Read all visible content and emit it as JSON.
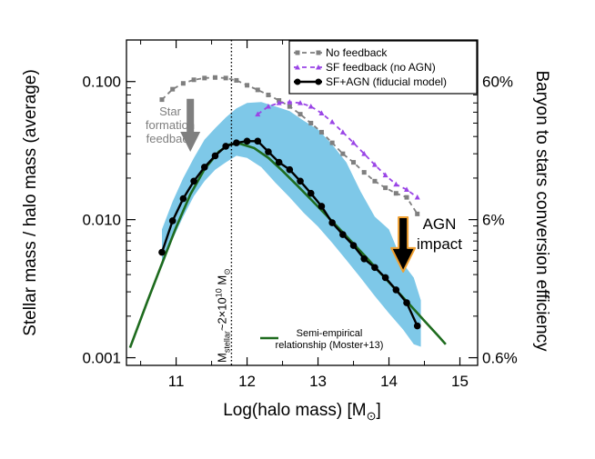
{
  "chart_data": {
    "type": "line",
    "x_scale": "linear",
    "y_scale": "log",
    "xlim": [
      10.3,
      15.25
    ],
    "ylim": [
      0.00088,
      0.2
    ],
    "xlabel_main": "Log(halo mass) [M",
    "xlabel_sub": "⊙",
    "xlabel_tail": "]",
    "ylabel": "Stellar mass / halo mass (average)",
    "y2label": "Baryon to stars conversion efficiency",
    "x_ticks": [
      "11",
      "12",
      "13",
      "14",
      "15"
    ],
    "x_tick_values": [
      11,
      12,
      13,
      14,
      15
    ],
    "y_ticks": [
      "0.001",
      "0.010",
      "0.100"
    ],
    "y_tick_values": [
      0.001,
      0.01,
      0.1
    ],
    "y2_ticks": [
      "0.6%",
      "6%",
      "60%"
    ],
    "grid": false,
    "legend_position": "top-right",
    "band": {
      "name": "SF+AGN scatter",
      "color": "#7ec8e8",
      "x": [
        10.8,
        10.95,
        11.1,
        11.25,
        11.4,
        11.55,
        11.7,
        11.85,
        12.0,
        12.2,
        12.4,
        12.6,
        12.8,
        13.0,
        13.2,
        13.4,
        13.6,
        13.8,
        14.0,
        14.2,
        14.35,
        14.45
      ],
      "upper": [
        0.0085,
        0.0135,
        0.02,
        0.028,
        0.038,
        0.046,
        0.055,
        0.064,
        0.07,
        0.071,
        0.066,
        0.061,
        0.052,
        0.045,
        0.035,
        0.026,
        0.016,
        0.0105,
        0.0085,
        0.0048,
        0.0038,
        0.0026
      ],
      "lower": [
        0.0045,
        0.0072,
        0.0105,
        0.0148,
        0.019,
        0.023,
        0.026,
        0.029,
        0.028,
        0.024,
        0.0185,
        0.0145,
        0.0112,
        0.0089,
        0.0068,
        0.0051,
        0.0038,
        0.0028,
        0.0021,
        0.0016,
        0.00125,
        0.0012
      ]
    },
    "series": [
      {
        "name": "No feedback",
        "color": "#7f7f7f",
        "style": "dashed-square",
        "x": [
          10.8,
          10.95,
          11.1,
          11.25,
          11.4,
          11.55,
          11.7,
          11.85,
          12.0,
          12.15,
          12.3,
          12.45,
          12.6,
          12.75,
          12.9,
          13.05,
          13.2,
          13.35,
          13.5,
          13.65,
          13.8,
          13.95,
          14.1,
          14.25,
          14.4
        ],
        "y": [
          0.074,
          0.088,
          0.097,
          0.103,
          0.106,
          0.107,
          0.106,
          0.102,
          0.094,
          0.087,
          0.08,
          0.073,
          0.066,
          0.058,
          0.05,
          0.043,
          0.036,
          0.03,
          0.026,
          0.022,
          0.019,
          0.017,
          0.0155,
          0.0145,
          0.011
        ]
      },
      {
        "name": "SF feedback (no AGN)",
        "color": "#9a45e6",
        "style": "dashed-triangle",
        "x": [
          12.15,
          12.3,
          12.45,
          12.6,
          12.75,
          12.9,
          13.05,
          13.2,
          13.35,
          13.5,
          13.65,
          13.8,
          13.95,
          14.1,
          14.25,
          14.4
        ],
        "y": [
          0.058,
          0.066,
          0.07,
          0.071,
          0.07,
          0.066,
          0.059,
          0.051,
          0.043,
          0.036,
          0.03,
          0.025,
          0.021,
          0.018,
          0.0165,
          0.0145
        ]
      },
      {
        "name": "SF+AGN (fiducial model)",
        "color": "#000000",
        "style": "solid-circle",
        "x": [
          10.8,
          10.95,
          11.1,
          11.25,
          11.4,
          11.55,
          11.7,
          11.85,
          12.0,
          12.15,
          12.3,
          12.45,
          12.6,
          12.75,
          12.9,
          13.05,
          13.2,
          13.35,
          13.5,
          13.65,
          13.8,
          13.95,
          14.1,
          14.25,
          14.4
        ],
        "y": [
          0.0058,
          0.0098,
          0.0142,
          0.019,
          0.024,
          0.029,
          0.034,
          0.036,
          0.037,
          0.037,
          0.031,
          0.026,
          0.023,
          0.019,
          0.0155,
          0.0125,
          0.0095,
          0.0078,
          0.0065,
          0.0052,
          0.0045,
          0.0038,
          0.0031,
          0.0025,
          0.0017
        ]
      },
      {
        "name": "Semi-empirical relationship (Moster+13)",
        "color": "#1e6b1e",
        "style": "solid",
        "x": [
          10.35,
          10.6,
          10.8,
          11.0,
          11.2,
          11.4,
          11.6,
          11.75,
          11.9,
          12.1,
          12.3,
          12.5,
          12.7,
          12.9,
          13.1,
          13.3,
          13.5,
          13.7,
          13.9,
          14.1,
          14.3,
          14.5,
          14.7,
          14.8
        ],
        "y": [
          0.00118,
          0.0026,
          0.0048,
          0.0088,
          0.0152,
          0.0232,
          0.031,
          0.035,
          0.0355,
          0.033,
          0.028,
          0.0225,
          0.0178,
          0.014,
          0.011,
          0.0086,
          0.0067,
          0.0052,
          0.004,
          0.0031,
          0.0024,
          0.00185,
          0.00143,
          0.00125
        ]
      }
    ],
    "legend": [
      "No feedback",
      "SF feedback (no AGN)",
      "SF+AGN (fiducial model)"
    ],
    "green_legend": [
      "Semi-empirical",
      "relationship (Moster+13)"
    ],
    "vline": {
      "x": 11.78,
      "label_main": "M",
      "label_sub": "stellar",
      "label_mid": "~2×10",
      "label_sup": "10",
      "label_tail": " M",
      "label_sub2": "⊙"
    },
    "annotations": {
      "star_formation": [
        "Star",
        "formation",
        "feedback"
      ],
      "star_arrow": {
        "x": 11.2,
        "y_from": 0.075,
        "y_to": 0.031,
        "color": "#7f7f7f"
      },
      "agn": [
        "AGN",
        "impact"
      ],
      "agn_arrow": {
        "x": 14.2,
        "y_from": 0.0104,
        "y_to": 0.0042,
        "color": "#000000",
        "edge": "#f0a030"
      }
    }
  }
}
